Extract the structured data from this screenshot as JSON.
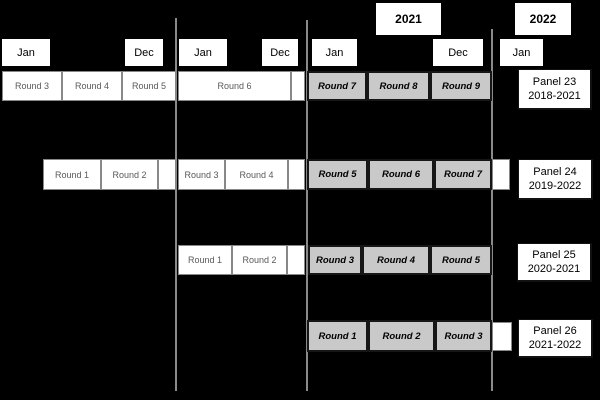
{
  "canvas": {
    "background_color": "#000000",
    "divider_color": "#8a8a8a",
    "round_white_fill": "#ffffff",
    "round_gray_fill": "#c9c9c9"
  },
  "years": [
    "2021",
    "2022"
  ],
  "months": [
    "Jan",
    "Dec",
    "Jan",
    "Dec",
    "Jan",
    "Dec",
    "Jan"
  ],
  "timeline": {
    "rows": [
      {
        "panel_name": "Panel 23",
        "panel_years": "2018-2021",
        "cells": [
          {
            "label": "Round 3",
            "shade": "white"
          },
          {
            "label": "Round 4",
            "shade": "white"
          },
          {
            "label": "Round 5",
            "shade": "white"
          },
          {
            "label": "Round 6",
            "shade": "white"
          },
          {
            "label": "",
            "shade": "white"
          },
          {
            "label": "Round 7",
            "shade": "gray"
          },
          {
            "label": "Round 8",
            "shade": "gray"
          },
          {
            "label": "Round 9",
            "shade": "gray"
          }
        ]
      },
      {
        "panel_name": "Panel 24",
        "panel_years": "2019-2022",
        "cells": [
          {
            "label": "Round 1",
            "shade": "white"
          },
          {
            "label": "Round 2",
            "shade": "white"
          },
          {
            "label": "",
            "shade": "white"
          },
          {
            "label": "Round 3",
            "shade": "white"
          },
          {
            "label": "Round 4",
            "shade": "white"
          },
          {
            "label": "",
            "shade": "white"
          },
          {
            "label": "Round 5",
            "shade": "gray"
          },
          {
            "label": "Round 6",
            "shade": "gray"
          },
          {
            "label": "Round 7",
            "shade": "gray"
          },
          {
            "label": "",
            "shade": "white"
          }
        ]
      },
      {
        "panel_name": "Panel 25",
        "panel_years": "2020-2021",
        "cells": [
          {
            "label": "Round 1",
            "shade": "white"
          },
          {
            "label": "Round 2",
            "shade": "white"
          },
          {
            "label": "",
            "shade": "white"
          },
          {
            "label": "Round 3",
            "shade": "gray"
          },
          {
            "label": "Round 4",
            "shade": "gray"
          },
          {
            "label": "Round 5",
            "shade": "gray"
          }
        ]
      },
      {
        "panel_name": "Panel 26",
        "panel_years": "2021-2022",
        "cells": [
          {
            "label": "Round 1",
            "shade": "gray"
          },
          {
            "label": "Round 2",
            "shade": "gray"
          },
          {
            "label": "Round 3",
            "shade": "gray"
          },
          {
            "label": "",
            "shade": "white"
          }
        ]
      }
    ]
  }
}
